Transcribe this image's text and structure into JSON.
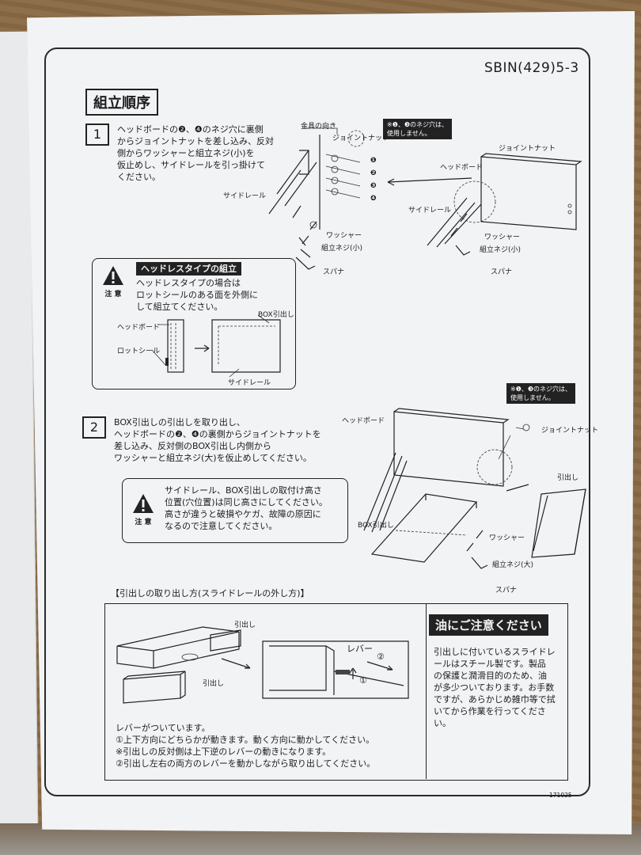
{
  "doc_code": "SBIN(429)5-3",
  "section_title": "組立順序",
  "step1": {
    "number": "1",
    "text": [
      "ヘッドボードの❷、❹のネジ穴に裏側",
      "からジョイントナットを差し込み、反対",
      "側からワッシャーと組立ネジ(小)を",
      "仮止めし、サイドレールを引っ掛けて",
      "ください。"
    ],
    "note": [
      "※❶、❸のネジ穴は、",
      "使用しません。"
    ],
    "label_kanagu": "金具の向き",
    "label_joint_nut": "ジョイントナット",
    "label_side_rail": "サイドレール",
    "label_washer": "ワッシャー",
    "label_screw_small": "組立ネジ(小)",
    "label_spanner": "スパナ",
    "label_headboard": "ヘッドボード",
    "hole_numbers": [
      "❶",
      "❷",
      "❸",
      "❹"
    ]
  },
  "caution1": {
    "sign": "注 意",
    "heading": "ヘッドレスタイプの組立",
    "text": [
      "ヘッドレスタイプの場合は",
      "ロットシールのある面を外側に",
      "して組立てください。"
    ],
    "label_headboard": "ヘッドボード",
    "label_lot_seal": "ロットシール",
    "label_box_drawer": "BOX引出し",
    "label_side_rail": "サイドレール"
  },
  "step2": {
    "number": "2",
    "text": [
      "BOX引出しの引出しを取り出し、",
      "ヘッドボードの❷、❹の裏側からジョイントナットを",
      "差し込み、反対側のBOX引出し内側から",
      "ワッシャーと組立ネジ(大)を仮止めしてください。"
    ],
    "note": [
      "※❶、❸のネジ穴は、",
      "使用しません。"
    ],
    "label_headboard": "ヘッドボード",
    "label_joint_nut": "ジョイントナット",
    "label_drawer": "引出し",
    "label_box_drawer": "BOX引出し",
    "label_washer": "ワッシャー",
    "label_screw_large": "組立ネジ(大)",
    "label_spanner": "スパナ"
  },
  "caution2": {
    "sign": "注 意",
    "text": [
      "サイドレール、BOX引出しの取付け高さ",
      "位置(穴位置)は同じ高さにしてください。",
      "高さが違うと破損やケガ、故障の原因に",
      "なるので注意してください。"
    ]
  },
  "removal": {
    "heading": "【引出しの取り出し方(スライドレールの外し方)】",
    "label_drawer_a": "引出し",
    "label_drawer_b": "引出し",
    "label_lever": "レバー",
    "circle_1": "①",
    "circle_2": "②",
    "text": [
      "レバーがついています。",
      "①上下方向にどちらかが動きます。動く方向に動かしてください。",
      "※引出しの反対側は上下逆のレバーの動きになります。",
      "②引出し左右の両方のレバーを動かしながら取り出してください。"
    ]
  },
  "oil": {
    "heading": "油にご注意ください",
    "text": [
      "引出しに付いているスライドレ",
      "ールはスチール製です。製品",
      "の保護と潤滑目的のため、油",
      "が多少ついております。お手数",
      "ですが、あらかじめ雑巾等で拭",
      "いてから作業を行ってください。"
    ]
  },
  "footer_code": "171025"
}
